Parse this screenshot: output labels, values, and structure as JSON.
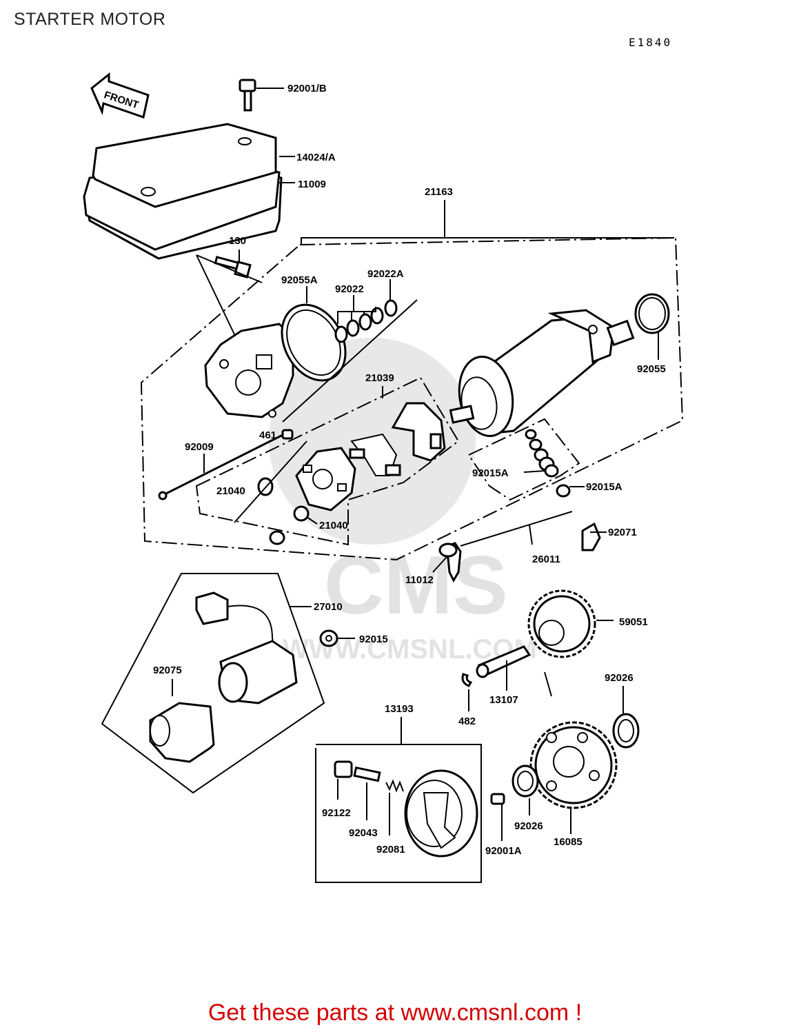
{
  "page": {
    "title": "STARTER MOTOR",
    "diagram_code": "E1840",
    "footer_text": "Get these parts at www.cmsnl.com !",
    "front_arrow_label": "FRONT",
    "watermark": "CMS",
    "watermark_url": "WWW.CMSNL.COM",
    "footer_color": "#d40000"
  },
  "callouts": [
    "92001/B",
    "14024/A",
    "11009",
    "21163",
    "130",
    "92055A",
    "92022",
    "92022A",
    "92055",
    "21039",
    "461",
    "92009",
    "92015A",
    "92015A",
    "21040",
    "21040",
    "92071",
    "26011",
    "11012",
    "27010",
    "92015",
    "59051",
    "92075",
    "13107",
    "482",
    "92026",
    "13193",
    "92122",
    "92043",
    "92081",
    "92001A",
    "92026",
    "16085"
  ],
  "icons": [
    "front-arrow-icon"
  ]
}
